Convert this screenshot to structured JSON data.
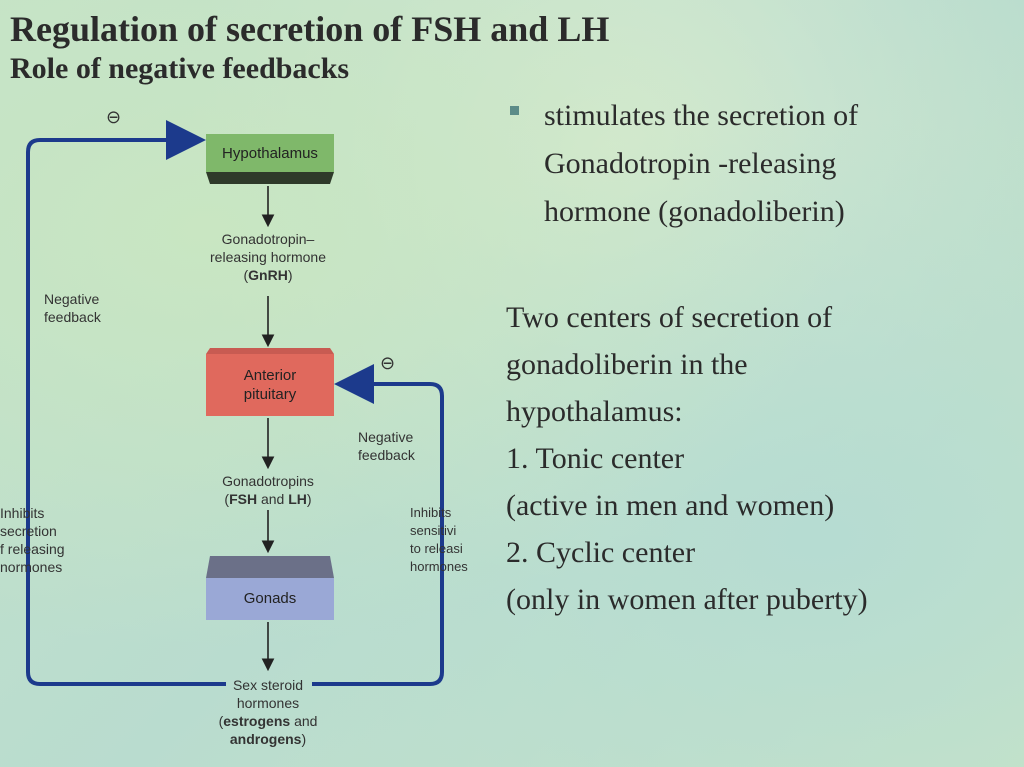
{
  "title": "Regulation of secretion of FSH and LH",
  "subtitle": "Role of negative feedbacks",
  "diagram": {
    "minus_symbol": "⊖",
    "boxes": {
      "hypothalamus": "Hypothalamus",
      "anterior_pituitary_line1": "Anterior",
      "anterior_pituitary_line2": "pituitary",
      "gonads": "Gonads"
    },
    "gnrh": {
      "line1": "Gonadotropin–",
      "line2": "releasing hormone",
      "abbr": "GnRH"
    },
    "gonadotropins": {
      "line1": "Gonadotropins",
      "fsh": "FSH",
      "and": "and",
      "lh": "LH"
    },
    "sex_steroid": {
      "line1": "Sex steroid",
      "line2": "hormones",
      "estrogens": "estrogens",
      "and": "and",
      "androgens": "androgens"
    },
    "left_feedback": {
      "line1": "Negative",
      "line2": "feedback"
    },
    "left_inhibits": {
      "line1": "Inhibits",
      "line2": "secretion",
      "line3": "f releasing",
      "line4": "normones"
    },
    "right_feedback": {
      "line1": "Negative",
      "line2": "feedback"
    },
    "right_inhibits": {
      "line1": "Inhibits",
      "line2": "sensitivi",
      "line3": "to releasi",
      "line4": "hormones"
    },
    "colors": {
      "hypothalamus": "#7fb86a",
      "pituitary": "#e0695d",
      "gonads": "#9aa8d6",
      "loop": "#1c3a8c"
    }
  },
  "bullet": {
    "line1": "stimulates the secretion of",
    "line2": "Gonadotropin -releasing",
    "line3": "hormone (gonadoliberin)"
  },
  "centers": {
    "line1": "Two centers of secretion of",
    "line2": "gonadoliberin in the",
    "line3": "hypothalamus:",
    "line4": "1. Tonic center",
    "line5": "(active in men and women)",
    "line6": "2. Cyclic center",
    "line7": "(only in women after puberty)"
  }
}
